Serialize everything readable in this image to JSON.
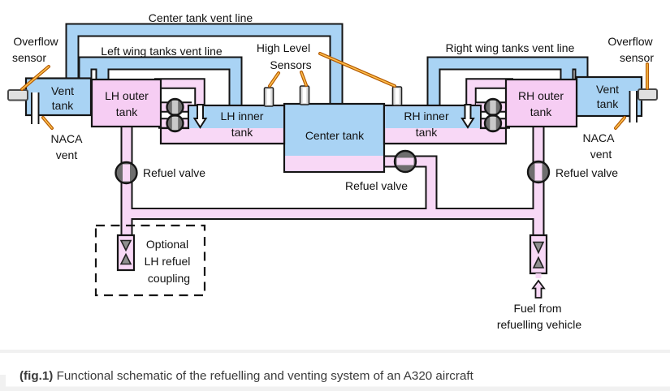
{
  "figure": {
    "caption_prefix": "(fig.1)",
    "caption_text": " Functional schematic of the refuelling and venting system of an A320 aircraft"
  },
  "colors": {
    "tank_blue": "#a9d3f4",
    "tank_pink": "#f6cdf3",
    "pipe_blue": "#a9d3f4",
    "pipe_pink": "#f8d8f6",
    "valve_gray": "#6e6e6e",
    "leader_orange": "#e08a00",
    "outline_black": "#151515"
  },
  "vent_lines": {
    "center": "Center tank vent line",
    "left_wing": "Left wing tanks vent line",
    "right_wing": "Right wing tanks vent line"
  },
  "sensors": {
    "high_level_line1": "High Level",
    "high_level_line2": "Sensors",
    "overflow_line1": "Overflow",
    "overflow_line2": "sensor"
  },
  "naca": {
    "line1": "NACA",
    "line2": "vent"
  },
  "tanks": {
    "vent_line1": "Vent",
    "vent_line2": "tank",
    "lh_outer_line1": "LH outer",
    "lh_outer_line2": "tank",
    "lh_inner_line1": "LH inner",
    "lh_inner_line2": "tank",
    "center": "Center tank",
    "rh_inner_line1": "RH inner",
    "rh_inner_line2": "tank",
    "rh_outer_line1": "RH outer",
    "rh_outer_line2": "tank"
  },
  "valves": {
    "refuel": "Refuel valve"
  },
  "coupling": {
    "line1": "Optional",
    "line2": "LH refuel",
    "line3": "coupling"
  },
  "fuel_inlet": {
    "line1": "Fuel from",
    "line2": "refuelling vehicle"
  }
}
